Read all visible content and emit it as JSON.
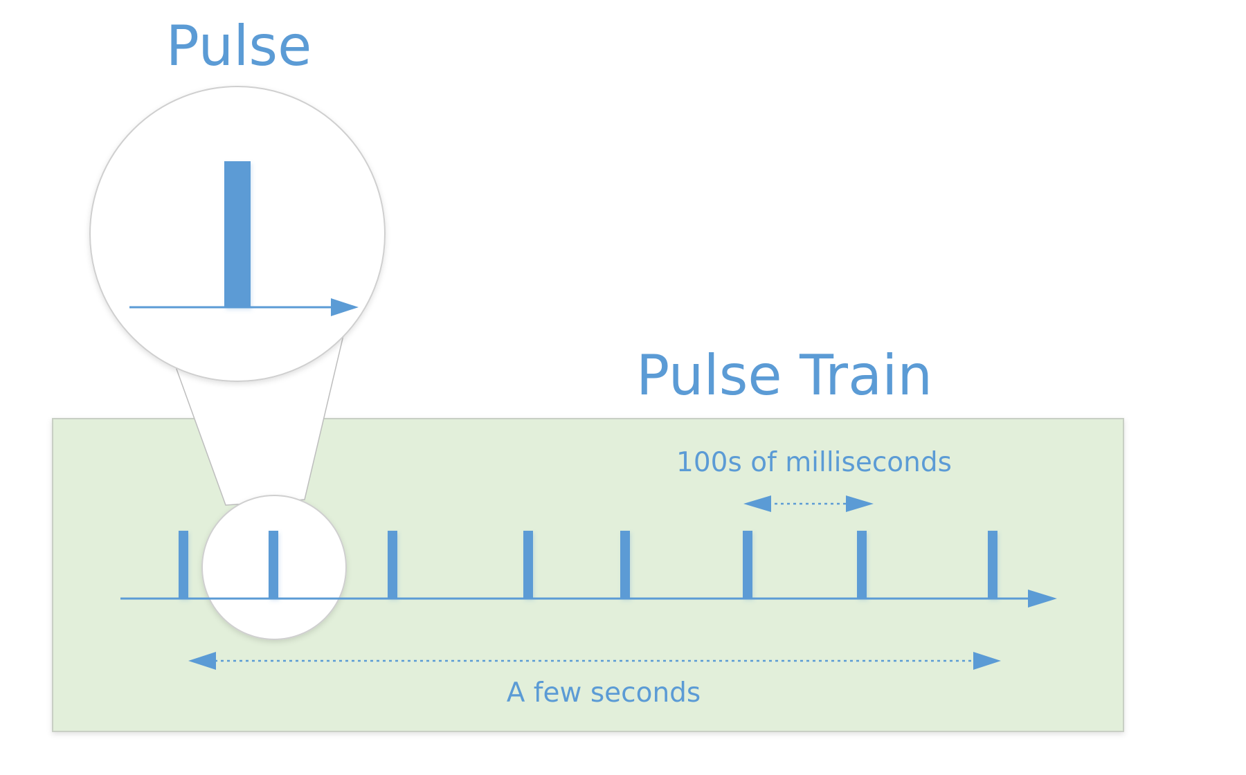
{
  "labels": {
    "pulse_title": "Pulse",
    "pulse_train_title": "Pulse Train",
    "interval_label": "100s of milliseconds",
    "duration_label": "A few seconds"
  },
  "colors": {
    "accent_blue": "#5b9bd5",
    "panel_fill": "#e2efda",
    "panel_border": "#c8cfc4",
    "circle_stroke": "#c9c9c9",
    "background": "#ffffff"
  },
  "pulse_train": {
    "pulse_count": 8
  }
}
